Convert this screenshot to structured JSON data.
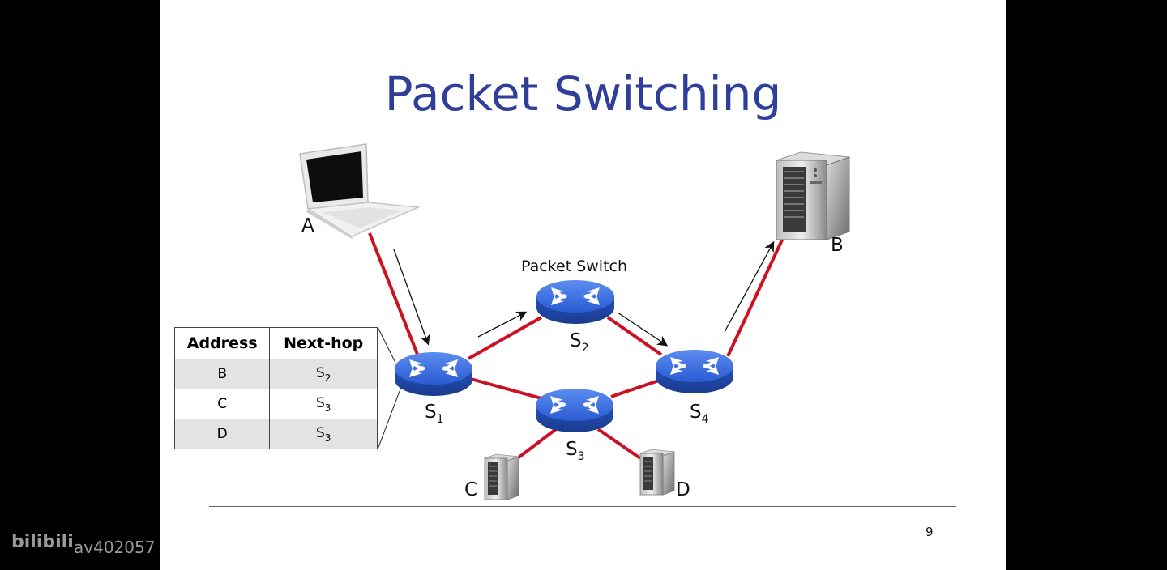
{
  "slide": {
    "title": "Packet Switching",
    "page_number": "9"
  },
  "diagram": {
    "host_a_label": "A",
    "host_b_label": "B",
    "host_c_label": "C",
    "host_d_label": "D",
    "packet_switch_label": "Packet Switch",
    "switches": [
      {
        "name": "S",
        "sub": "1"
      },
      {
        "name": "S",
        "sub": "2"
      },
      {
        "name": "S",
        "sub": "3"
      },
      {
        "name": "S",
        "sub": "4"
      }
    ],
    "link_color": "#cc1122",
    "router_color": "#2b5fd6"
  },
  "routing_table": {
    "headers": [
      "Address",
      "Next-hop"
    ],
    "rows": [
      {
        "address": "B",
        "hop": "S",
        "hop_sub": "2"
      },
      {
        "address": "C",
        "hop": "S",
        "hop_sub": "3"
      },
      {
        "address": "D",
        "hop": "S",
        "hop_sub": "3"
      }
    ]
  },
  "watermark": {
    "brand": "bilibili",
    "video_id": "av402057"
  }
}
